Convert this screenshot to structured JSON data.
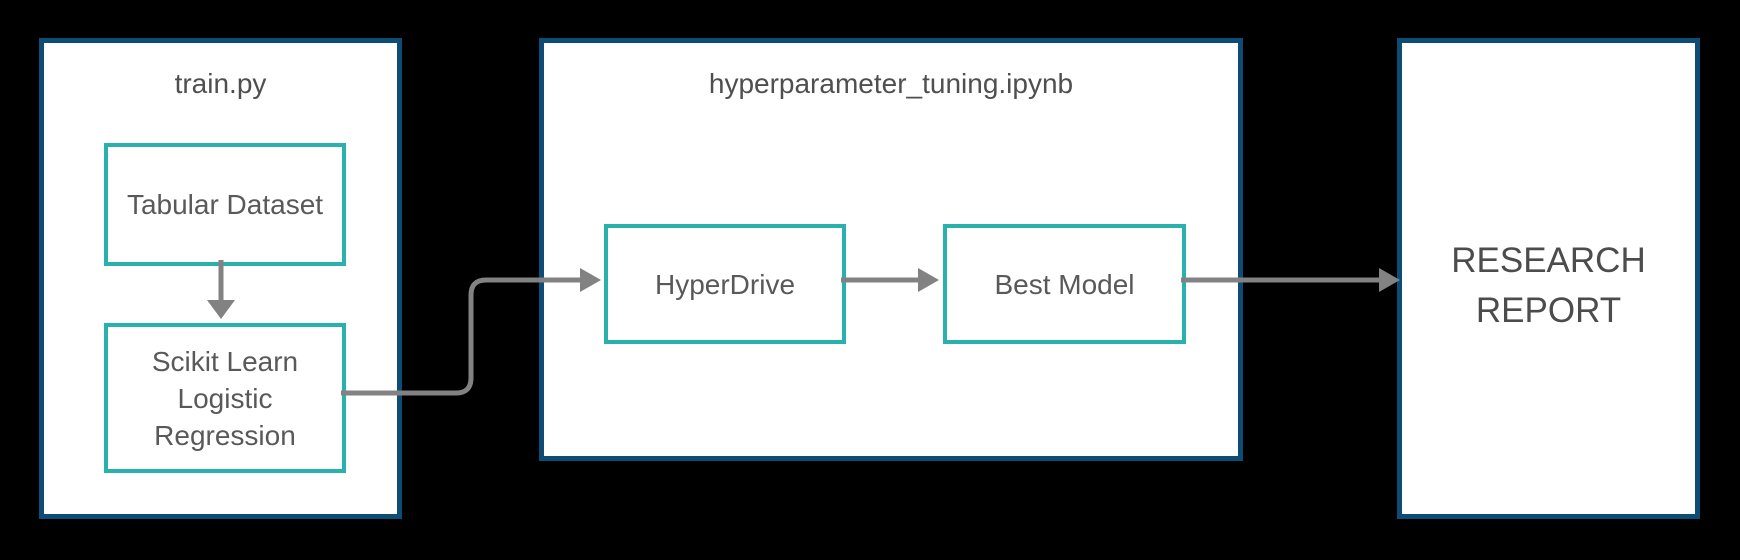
{
  "diagram": {
    "groups": {
      "train": {
        "title": "train.py"
      },
      "tuning": {
        "title": "hyperparameter_tuning.ipynb"
      },
      "report": {
        "label": "RESEARCH REPORT"
      }
    },
    "nodes": {
      "tabular": {
        "label": "Tabular Dataset"
      },
      "scikit": {
        "label": "Scikit Learn Logistic Regression"
      },
      "hyperdrive": {
        "label": "HyperDrive"
      },
      "best_model": {
        "label": "Best Model"
      }
    },
    "edges": [
      {
        "from": "Tabular Dataset",
        "to": "Scikit Learn Logistic Regression"
      },
      {
        "from": "Scikit Learn Logistic Regression",
        "to": "HyperDrive"
      },
      {
        "from": "HyperDrive",
        "to": "Best Model"
      },
      {
        "from": "Best Model",
        "to": "RESEARCH REPORT"
      }
    ],
    "colors": {
      "background": "#000000",
      "container_border": "#0d4c75",
      "container_fill": "#ffffff",
      "node_border": "#29b1ad",
      "node_fill": "#ffffff",
      "title_text": "#4f4f4f",
      "node_text": "#595959",
      "report_text": "#4c4c4c",
      "arrow": "#828282"
    }
  }
}
